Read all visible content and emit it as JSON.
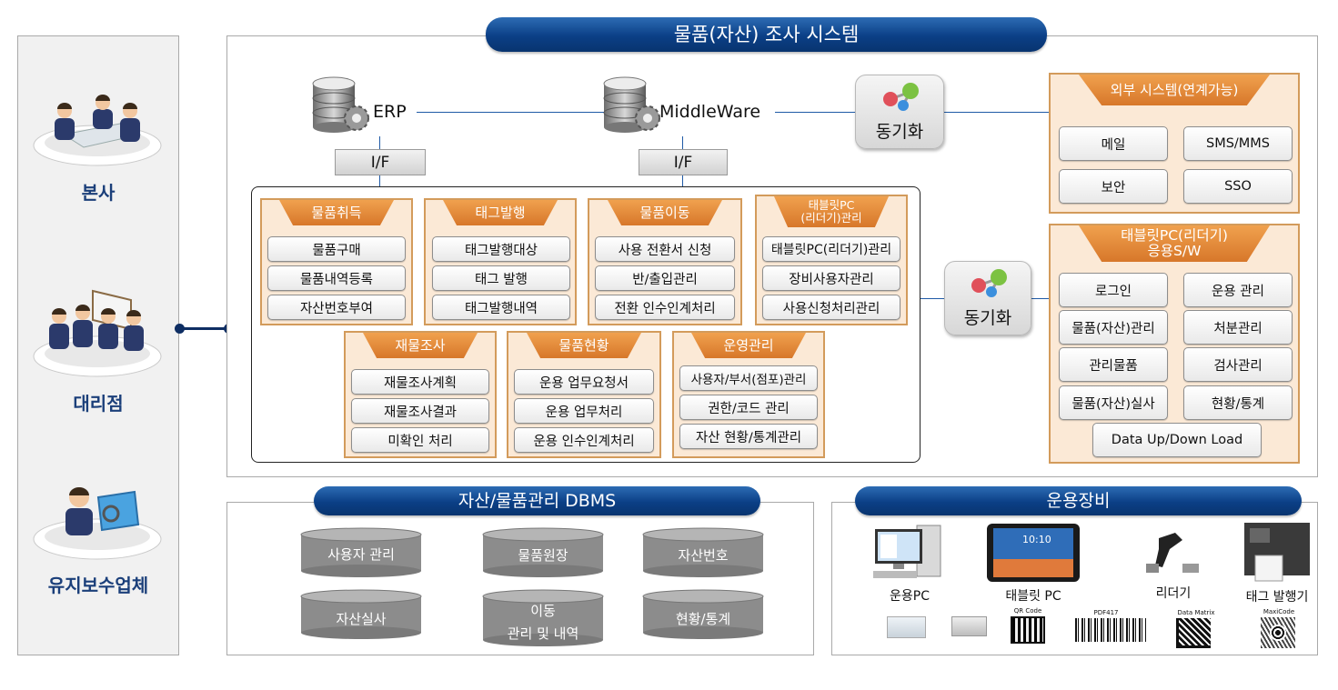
{
  "title": "물품(자산) 조사 시스템",
  "sidebar": {
    "hq": "본사",
    "agency": "대리점",
    "maint": "유지보수업체"
  },
  "servers": {
    "erp": "ERP",
    "middleware": "MiddleWare",
    "if_label": "I/F"
  },
  "sync_label": "동기화",
  "groups": [
    {
      "title": "물품취득",
      "items": [
        "물품구매",
        "물품내역등록",
        "자산번호부여"
      ]
    },
    {
      "title": "태그발행",
      "items": [
        "태그발행대상",
        "태그 발행",
        "태그발행내역"
      ]
    },
    {
      "title": "물품이동",
      "items": [
        "사용 전환서 신청",
        "반/출입관리",
        "전환 인수인계처리"
      ]
    },
    {
      "title_line1": "태블릿PC",
      "title_line2": "(리더기)관리",
      "items": [
        "태블릿PC(리더기)관리",
        "장비사용자관리",
        "사용신청처리관리"
      ]
    },
    {
      "title": "재물조사",
      "items": [
        "재물조사계획",
        "재물조사결과",
        "미확인 처리"
      ]
    },
    {
      "title": "물품현황",
      "items": [
        "운용 업무요청서",
        "운용 업무처리",
        "운용 인수인계처리"
      ]
    },
    {
      "title": "운영관리",
      "items": [
        "사용자/부서(점포)관리",
        "권한/코드 관리",
        "자산 현황/통계관리"
      ]
    }
  ],
  "external": {
    "title": "외부 시스템(연계가능)",
    "items": [
      "메일",
      "SMS/MMS",
      "보안",
      "SSO"
    ]
  },
  "tablet_sw": {
    "title_line1": "태블릿PC(리더기)",
    "title_line2": "응용S/W",
    "items": [
      "로그인",
      "운용 관리",
      "물품(자산)관리",
      "처분관리",
      "관리물품",
      "검사관리",
      "물품(자산)실사",
      "현황/통계"
    ],
    "wide_item": "Data Up/Down Load"
  },
  "dbms": {
    "title": "자산/물품관리 DBMS",
    "items": [
      "사용자 관리",
      "물품원장",
      "자산번호",
      "자산실사",
      "현황/통계"
    ],
    "move_line1": "이동",
    "move_line2": "관리 및 내역"
  },
  "equipment": {
    "title": "운용장비",
    "items": [
      "운용PC",
      "태블릿 PC",
      "리더기",
      "태그 발행기"
    ],
    "tablet_clock": "10:10",
    "codes": [
      "QR Code",
      "PDF417",
      "Data Matrix",
      "MaxiCode"
    ]
  }
}
